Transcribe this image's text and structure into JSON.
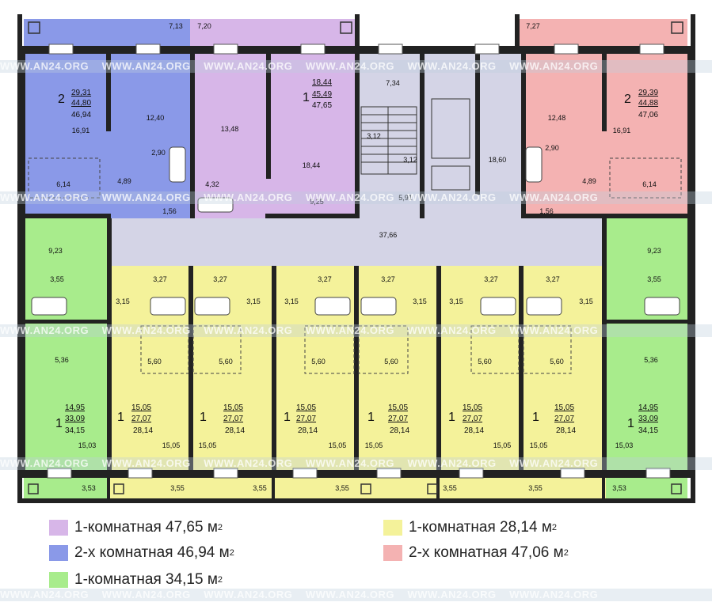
{
  "colors": {
    "purple": "#d7b6e8",
    "blue": "#8a99e8",
    "pink": "#f4b2b2",
    "green": "#a8ec8c",
    "yellow": "#f4f29a",
    "gray": "#d4d4e6",
    "wall": "#222222"
  },
  "watermark": "WWW.AN24.ORG",
  "legend": [
    {
      "name": "legend-purple",
      "color": "#d7b6e8",
      "label": "1-комнатная 47,65 м",
      "sup": "2"
    },
    {
      "name": "legend-blue",
      "color": "#8a99e8",
      "label": "2-х комнатная 46,94 м",
      "sup": "2"
    },
    {
      "name": "legend-green",
      "color": "#a8ec8c",
      "label": "1-комнатная 34,15 м",
      "sup": "2"
    },
    {
      "name": "legend-yellow",
      "color": "#f4f29a",
      "label": "1-комнатная 28,14 м",
      "sup": "2"
    },
    {
      "name": "legend-pink",
      "color": "#f4b2b2",
      "label": "2-х комнатная 47,06 м",
      "sup": "2"
    }
  ],
  "units": {
    "blue": {
      "rooms": "2",
      "living": "29,31",
      "total": "44,80",
      "full": "46,94"
    },
    "purple": {
      "rooms": "1",
      "living": "18,44",
      "total": "45,49",
      "full": "47,65"
    },
    "pink": {
      "rooms": "2",
      "living": "29,39",
      "total": "44,88",
      "full": "47,06"
    },
    "green": {
      "rooms": "1",
      "living": "14,95",
      "total": "33,09",
      "full": "34,15"
    },
    "yellow": {
      "rooms": "1",
      "living": "15,05",
      "total": "27,07",
      "full": "28,14"
    }
  },
  "labels": {
    "blue_balcony": "7,13",
    "purple_balcony": "7,20",
    "pink_balcony": "7,27",
    "blue_room1": "16,91",
    "blue_room2": "12,40",
    "blue_bath": "2,90",
    "blue_kitchen": "6,14",
    "blue_hall": "4,89",
    "blue_wc": "1,56",
    "purple_room": "13,48",
    "purple_kitchen": "18,44",
    "purple_hall": "4,32",
    "purple_corridor": "9,25",
    "stair_top": "7,34",
    "stair_a": "3,12",
    "stair_b": "3,12",
    "lift_hall": "18,60",
    "stair_low": "5,91",
    "corridor": "37,66",
    "pink_room1": "12,48",
    "pink_room2": "16,91",
    "pink_bath": "2,90",
    "pink_hall": "4,89",
    "pink_kitchen": "6,14",
    "pink_wc": "1,56",
    "green_hall": "9,23",
    "green_bath": "3,55",
    "green_kitchen": "5,36",
    "green_room": "15,03",
    "green_balcony": "3,53",
    "y_bath": "3,27",
    "y_hall": "3,15",
    "y_kitchen": "5,60",
    "y_room": "15,05",
    "y_balcony": "3,55"
  }
}
